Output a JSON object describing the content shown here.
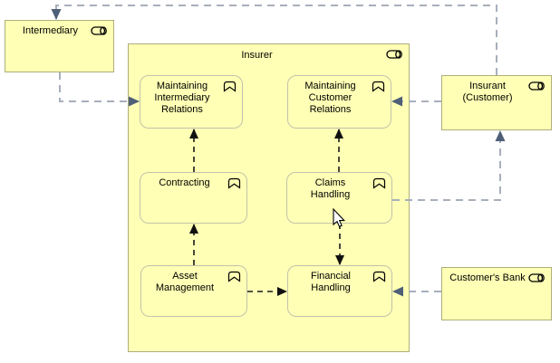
{
  "nodes": {
    "intermediary": {
      "label": "Intermediary",
      "type": "business-role"
    },
    "insurer": {
      "label": "Insurer",
      "type": "business-role"
    },
    "insurant": {
      "label": "Insurant (Customer)",
      "type": "business-role"
    },
    "customers_bank": {
      "label": "Customer's Bank",
      "type": "business-role"
    },
    "maintaining_intermediary_relations": {
      "label": "Maintaining Intermediary Relations",
      "type": "business-function"
    },
    "maintaining_customer_relations": {
      "label": "Maintaining Customer Relations",
      "type": "business-function"
    },
    "contracting": {
      "label": "Contracting",
      "type": "business-function"
    },
    "claims_handling": {
      "label": "Claims Handling",
      "type": "business-function"
    },
    "asset_management": {
      "label": "Asset Management",
      "type": "business-function"
    },
    "financial_handling": {
      "label": "Financial Handling",
      "type": "business-function"
    }
  },
  "connections": [
    {
      "id": "flow-insurant-to-intermediary",
      "source": "Insurant (Customer)",
      "target": "Intermediary",
      "style": "external-gray-dashed"
    },
    {
      "id": "flow-intermediary-to-maintaining-intermediary-relations",
      "source": "Intermediary",
      "target": "Maintaining Intermediary Relations",
      "style": "external-gray-dashed"
    },
    {
      "id": "flow-insurant-to-maintaining-customer-relations",
      "source": "Insurant (Customer)",
      "target": "Maintaining Customer Relations",
      "style": "external-gray-dashed"
    },
    {
      "id": "flow-claims-handling-to-insurant",
      "source": "Claims Handling",
      "target": "Insurant (Customer)",
      "style": "external-gray-dashed"
    },
    {
      "id": "flow-customers-bank-to-financial-handling",
      "source": "Customer's Bank",
      "target": "Financial Handling",
      "style": "external-gray-dashed"
    },
    {
      "id": "flow-contracting-to-maintaining-intermediary-relations",
      "source": "Contracting",
      "target": "Maintaining Intermediary Relations",
      "style": "internal-black-dashed"
    },
    {
      "id": "flow-claims-handling-to-maintaining-customer-relations",
      "source": "Claims Handling",
      "target": "Maintaining Customer Relations",
      "style": "internal-black-dashed"
    },
    {
      "id": "flow-asset-management-to-contracting",
      "source": "Asset Management",
      "target": "Contracting",
      "style": "internal-black-dashed"
    },
    {
      "id": "flow-claims-handling-to-financial-handling",
      "source": "Claims Handling",
      "target": "Financial Handling",
      "style": "internal-black-dashed"
    },
    {
      "id": "flow-asset-management-to-financial-handling",
      "source": "Asset Management",
      "target": "Financial Handling",
      "style": "internal-black-dashed"
    }
  ],
  "icons": {
    "business_role": "business-role-icon",
    "business_function": "business-function-icon",
    "cursor": "mouse-cursor"
  },
  "colors": {
    "element_fill": "#ffffb5",
    "outer_border": "#aeae7c",
    "inner_border": "#c2c2ac",
    "external_flow_line": "#a7afbb",
    "external_flow_arrow": "#4f5f78",
    "internal_flow_line": "#1a1a1a",
    "background": "#ffffff",
    "text": "#000000"
  }
}
